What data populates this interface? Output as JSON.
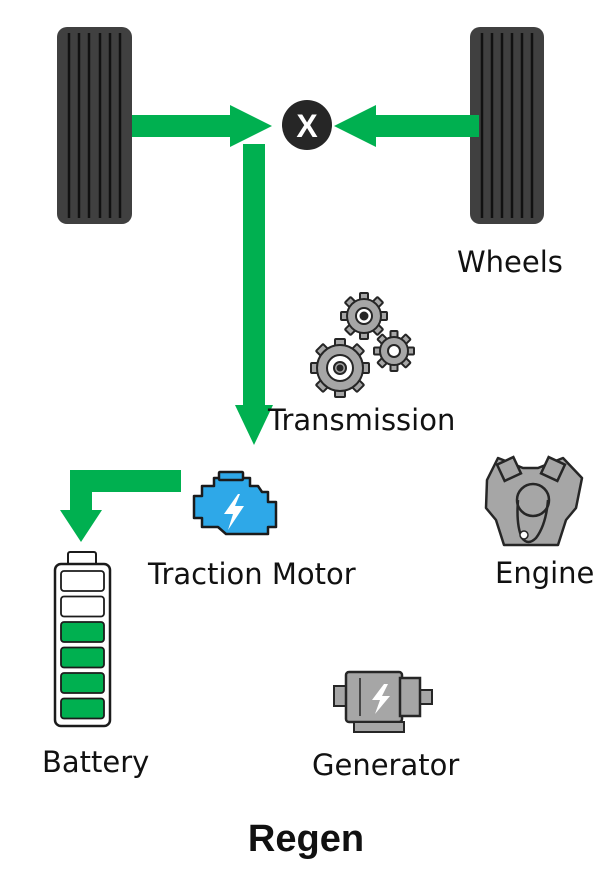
{
  "labels": {
    "wheels": "Wheels",
    "transmission": "Transmission",
    "traction_motor": "Traction Motor",
    "engine": "Engine",
    "battery": "Battery",
    "generator": "Generator"
  },
  "title": "Regen",
  "junction_symbol": "X",
  "battery_cells": [
    "empty",
    "empty",
    "charged",
    "charged",
    "charged",
    "charged"
  ],
  "colors": {
    "flow": "#00b050",
    "tire": "#404040",
    "junction": "#262626",
    "motor": "#2ea8e8",
    "inactive": "#a6a6a6",
    "battery_charge": "#00b050"
  },
  "icons": {
    "wheels": "tire-icon",
    "transmission": "gears-icon",
    "traction_motor": "electric-motor-icon",
    "engine": "engine-icon",
    "generator": "generator-icon",
    "battery": "battery-icon"
  }
}
